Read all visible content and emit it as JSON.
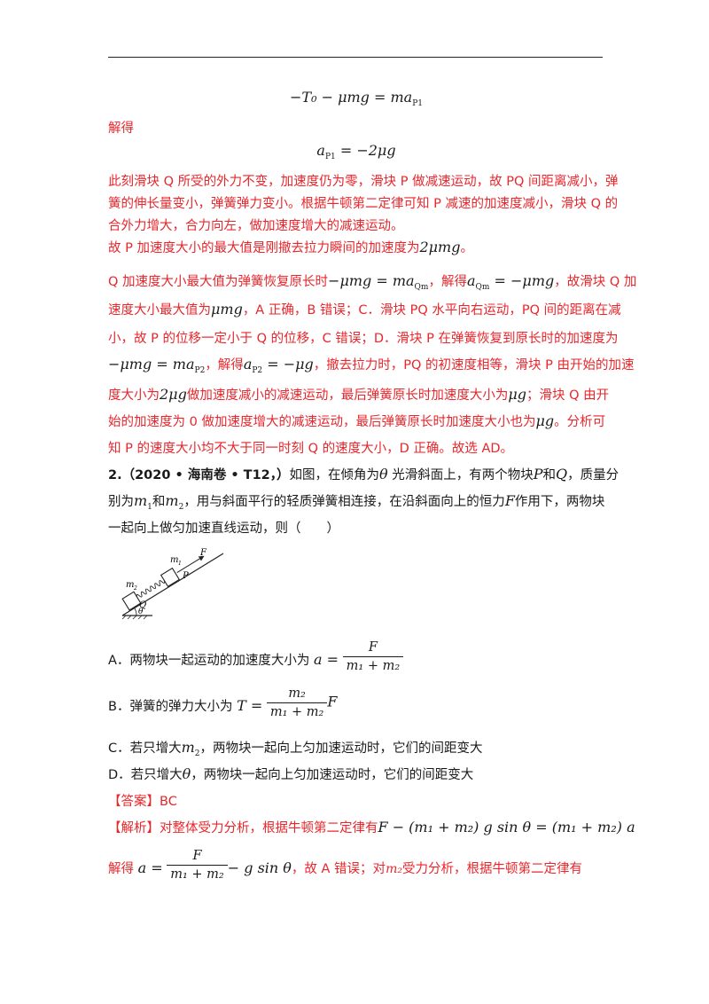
{
  "p1": {
    "eq1": "−T₀ − μmg = ma",
    "eq1_sub": "P1",
    "jiede": "解得",
    "eq2": "a",
    "eq2_sub": "P1",
    "eq2_rhs": " = −2μg",
    "para1": [
      "此刻滑块 Q 所受的外力不变，加速度仍为零，滑块 P 做减速运动，故 PQ 间距离减小，弹",
      "簧的伸长量变小，弹簧弹力变小。根据牛顿第二定律可知 P 减速的加速度减小，滑块 Q 的",
      "合外力增大，合力向左，做加速度增大的减速运动。"
    ],
    "line_max_a": "故 P 加速度大小的最大值是刚撤去拉力瞬间的加速度为",
    "line_max_b": "2μmg",
    "line_max_c": "。",
    "r5a": "Q 加速度大小最大值为弹簧恢复原长时",
    "r5b": "−μmg = ma",
    "r5b_sub": "Qm",
    "r5c": "，解得",
    "r5d": "a",
    "r5d_sub": "Qm",
    "r5e": " = −μmg",
    "r5f": "，故滑块 Q 加",
    "r6a": "速度大小最大值为",
    "r6b": "μmg",
    "r6c": "，A 正确，B 错误；C．滑块 PQ 水平向右运动，PQ 间的距离在减",
    "r7": "小，故 P 的位移一定小于 Q 的位移，C 错误；D．滑块 P 在弹簧恢复到原长时的加速度为",
    "r8a": "−μmg = ma",
    "r8a_sub": "P2",
    "r8b": "，解得",
    "r8c": "a",
    "r8c_sub": "P2",
    "r8d": " = −μg",
    "r8e": "，撤去拉力时，PQ 的初速度相等，滑块 P 由开始的加速",
    "r9a": "度大小为",
    "r9b": "2μg",
    "r9c": "做加速度减小的减速运动，最后弹簧原长时加速度大小为",
    "r9d": "μg",
    "r9e": "；滑块 Q 由开",
    "r10a": "始的加速度为 0 做加速度增大的减速运动，最后弹簧原长时加速度大小也为",
    "r10b": "μg",
    "r10c": "。分析可",
    "r11": "知 P 的速度大小均不大于同一时刻 Q 的速度大小，D 正确。故选 AD。"
  },
  "q2": {
    "num": "2.（2020 • 海南卷 • T12，）",
    "s1a": "如图，在倾角为",
    "theta": "θ",
    "s1b": " 光滑斜面上，有两个物块",
    "P": "P",
    "s1c": "和",
    "Q": "Q",
    "s1d": "，质量分",
    "s2a": "别为",
    "m1": "m",
    "m1_sub": "1",
    "s2b": "和",
    "m2": "m",
    "m2_sub": "2",
    "s2c": "，用与斜面平行的轻质弹簧相连接，在沿斜面向上的恒力",
    "F": "F",
    "s2d": "作用下，两物块",
    "s3": "一起向上做匀加速直线运动，则（　　）",
    "fig": {
      "m1": "m",
      "m1_sub": "1",
      "m2": "m",
      "m2_sub": "2",
      "F": "F",
      "P": "P",
      "Q": "Q",
      "theta": "θ"
    },
    "optA_a": "A．两物块一起运动的加速度大小为",
    "optA_lhs": "a =",
    "optA_num": "F",
    "optA_den": "m₁ + m₂",
    "optB_a": "B．弹簧的弹力大小为",
    "optB_lhs": "T =",
    "optB_num": "m₂",
    "optB_den": "m₁ + m₂",
    "optB_rhs": "F",
    "optC_a": "C．若只增大",
    "optC_m": "m",
    "optC_sub": "2",
    "optC_b": "，两物块一起向上匀加速运动时，它们的间距变大",
    "optD_a": "D．若只增大",
    "optD_t": "θ",
    "optD_b": "，两物块一起向上匀加速运动时，它们的间距变大",
    "answer_tag": "【答案】",
    "answer": "BC",
    "analysis_tag": "【解析】",
    "analysis_a": "对整体受力分析，根据牛顿第二定律有",
    "analysis_eq": "F − (m₁ + m₂) g sin θ = (m₁ + m₂) a",
    "last_a": "解得",
    "last_lhs": "a =",
    "last_num": "F",
    "last_den": "m₁ + m₂",
    "last_rhs": "− g sin θ",
    "last_b": "，故 A 错误；对",
    "last_m": "m₂",
    "last_c": "受力分析，根据牛顿第二定律有"
  }
}
